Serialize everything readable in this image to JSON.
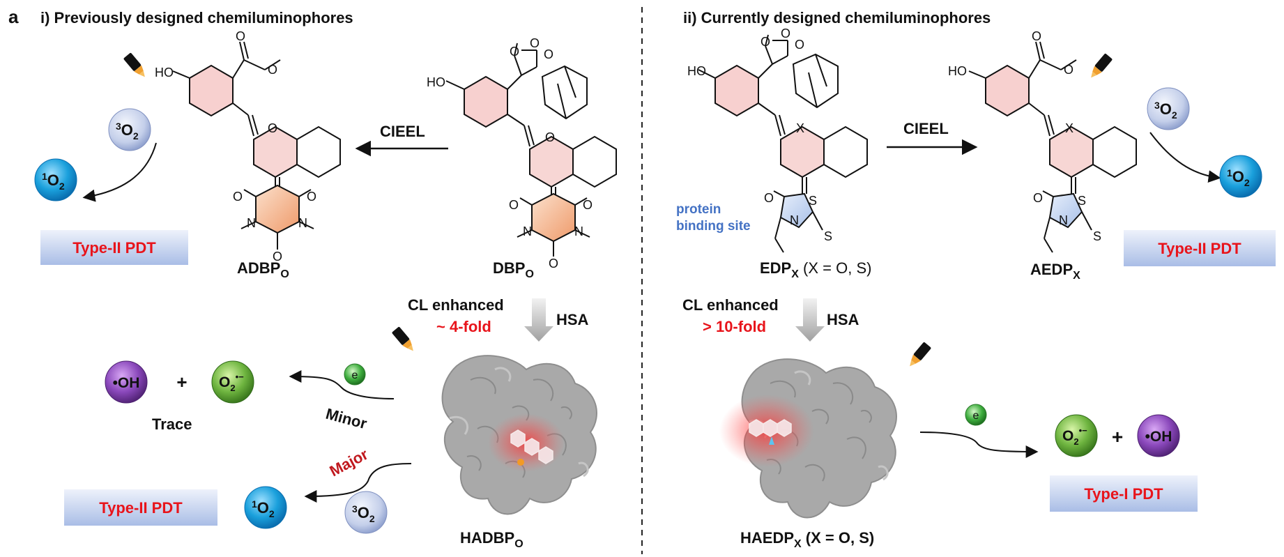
{
  "panel": {
    "letter": "a",
    "left_title": "i) Previously designed chemiluminophores",
    "right_title": "ii) Currently designed chemiluminophores"
  },
  "left": {
    "process": "CIEEL",
    "compound_start": {
      "base": "DBP",
      "sub": "O"
    },
    "compound_product": {
      "base": "ADBP",
      "sub": "O"
    },
    "o2_triplet": {
      "pre": "3",
      "main": "O",
      "sub": "2"
    },
    "o2_singlet": {
      "pre": "1",
      "main": "O",
      "sub": "2"
    },
    "pdt_top": "Type-II PDT",
    "cl_enhanced": "CL enhanced",
    "fold": "~ 4-fold",
    "hsa": "HSA",
    "electron": "e",
    "hydroxyl": "•OH",
    "plus": "+",
    "superoxide": {
      "main": "O",
      "sub": "2",
      "sup": "•−"
    },
    "trace": "Trace",
    "minor": "Minor",
    "major": "Major",
    "o2_triplet_b": {
      "pre": "3",
      "main": "O",
      "sub": "2"
    },
    "o2_singlet_b": {
      "pre": "1",
      "main": "O",
      "sub": "2"
    },
    "pdt_bottom": "Type-II PDT",
    "complex": {
      "base": "HADBP",
      "sub": "O"
    },
    "atoms": {
      "ho": "HO",
      "o_ring": "O",
      "o_carbonyl": "O",
      "n": "N"
    }
  },
  "right": {
    "process": "CIEEL",
    "compound_start": {
      "base": "EDP",
      "sub": "X",
      "rest": " (X = O, S)"
    },
    "compound_product": {
      "base": "AEDP",
      "sub": "X"
    },
    "protein_site_1": "protein",
    "protein_site_2": "binding site",
    "o2_triplet": {
      "pre": "3",
      "main": "O",
      "sub": "2"
    },
    "o2_singlet": {
      "pre": "1",
      "main": "O",
      "sub": "2"
    },
    "pdt_top": "Type-II PDT",
    "cl_enhanced": "CL enhanced",
    "fold": "> 10-fold",
    "hsa": "HSA",
    "electron": "e",
    "superoxide": {
      "main": "O",
      "sub": "2",
      "sup": "•−"
    },
    "plus": "+",
    "hydroxyl": "•OH",
    "pdt_bottom": "Type-I PDT",
    "complex": {
      "base": "HAEDP",
      "sub": "X",
      "rest": " (X = O, S)"
    },
    "atoms": {
      "ho": "HO",
      "x": "X",
      "o": "O",
      "s": "S",
      "n": "N"
    }
  },
  "colors": {
    "pdt_red": "#e8141b",
    "fold_red": "#e8141b",
    "major_red": "#c0181e",
    "protein_blue": "#4472c4",
    "singlet_o2": "#1aa0dc",
    "triplet_o2": "#aab8dc",
    "hydroxyl": "#7a3aa8",
    "superoxide": "#63a83a",
    "protein_gray": "#a8a8a8"
  }
}
